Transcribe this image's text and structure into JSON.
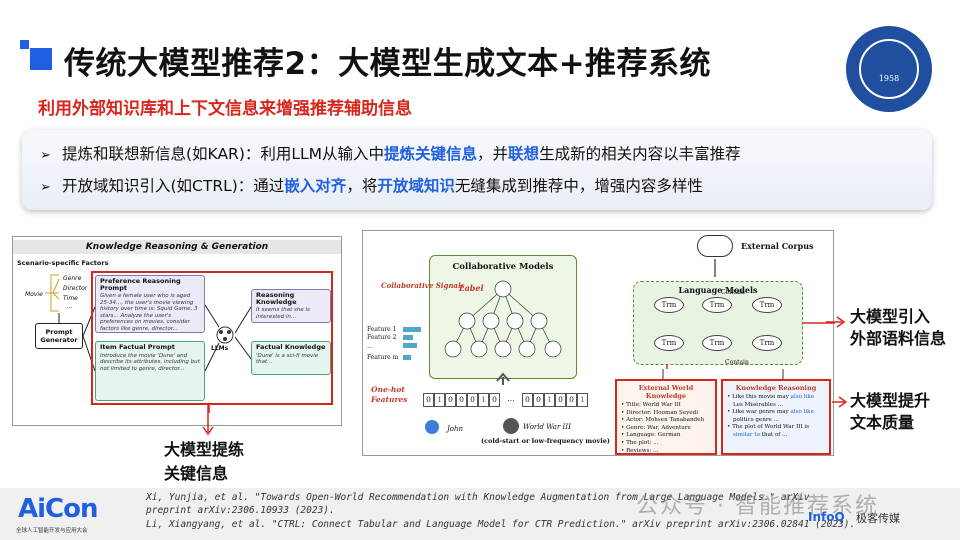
{
  "header": {
    "title": "传统大模型推荐2：大模型生成文本+推荐系统",
    "subtitle": "利用外部知识库和上下文信息来增强推荐辅助信息",
    "logo_year": "1958"
  },
  "summary": {
    "bullet1": {
      "prefix": "提炼和联想新信息(如KAR)：利用LLM从输入中",
      "hl1": "提炼关键信息",
      "mid": "，并",
      "hl2": "联想",
      "suffix": "生成新的相关内容以丰富推荐"
    },
    "bullet2": {
      "prefix": "开放域知识引入(如CTRL)：通过",
      "hl1": "嵌入对齐",
      "mid": "，将",
      "hl2": "开放域知识",
      "suffix": "无缝集成到推荐中，增强内容多样性"
    }
  },
  "left_figure": {
    "title": "Knowledge Reasoning & Generation",
    "scenario_factors": "Scenario-specific Factors",
    "factor_genre": "Genre",
    "factor_director": "Director",
    "factor_time": "Time",
    "factor_dots": "...",
    "movie": "Movie",
    "prompt_generator": "Prompt Generator",
    "pref_prompt_title": "Preference Reasoning Prompt",
    "pref_prompt_text": "Given a female user who is aged 25-34..., the user's movie viewing history over time is: Squid Game, 3 stars... Analyze the user's preferences on movies, consider factors like genre, director...",
    "item_prompt_title": "Item Factual Prompt",
    "item_prompt_text": "Introduce the movie 'Dune' and describe its attributes, including but not limited to genre, director...",
    "llms": "LLMs",
    "rk_title": "Reasoning Knowledge",
    "rk_text": "It seems that she is interested in...",
    "fk_title": "Factual Knowledge",
    "fk_text": "'Dune' is a sci-fi movie that...",
    "caption": "大模型提练\n关键信息"
  },
  "right_figure": {
    "collab_models": "Collaborative Models",
    "label": "Label",
    "collab_signals": "Collaborative Signals",
    "feature1": "Feature 1",
    "feature2": "Feature 2",
    "feature_dots": "...",
    "featurem": "Feature m",
    "onehot": "One-hot Features",
    "bits": [
      "0",
      "1",
      "0",
      "0",
      "0",
      "1",
      "0",
      "...",
      "0",
      "0",
      "1",
      "0",
      "0",
      "1"
    ],
    "john": "John",
    "ww3": "World War III",
    "coldstart": "(cold-start or low-frequency movie)",
    "external_corpus": "External Corpus",
    "language_models": "Language Models",
    "trm": "Trm",
    "contain": "Contain",
    "ewk": {
      "title": "External World Knowledge",
      "lines": [
        "• Title: World War III",
        "• Director: Hooman Seyedi",
        "• Actor: Mohsen Tanabandeh",
        "• Genre: War, Adventure",
        "• Language: German",
        "• The plot: ...",
        "• Reviews: ..."
      ]
    },
    "kr": {
      "title": "Knowledge Reasoning",
      "l1a": "• Like this movie may ",
      "l1b": "also like",
      "l1c": "Les Misérables ...",
      "l2a": "• Like war genre may ",
      "l2b": "also like",
      "l2c": "politics genre ...",
      "l3": "• The plot of World War III is",
      "l4a": "similar to",
      "l4b": " that of ..."
    },
    "caption1": "大模型引入\n外部语料信息",
    "caption2": "大模型提升\n文本质量"
  },
  "footer": {
    "brand": "AiCon",
    "brand_sub": "全球人工智能开发与应用大会",
    "ref1a": "Xi, Yunjia, et al. \"Towards Open-World Recommendation with Knowledge Augmentation from Large Language Models.\" arXiv",
    "ref1b": "preprint arXiv:2306.10933 (2023).",
    "ref2": "Li, Xiangyang, et al. \"CTRL: Connect Tabular and Language Model for CTR Prediction.\" arXiv preprint arXiv:2306.02841 (2023).",
    "watermark": "公众号 · 智能推荐系统",
    "infoq": "InfoQ",
    "jike": "极客传媒"
  },
  "colors": {
    "accent_blue": "#1f5fe0",
    "accent_red": "#d9261c"
  }
}
